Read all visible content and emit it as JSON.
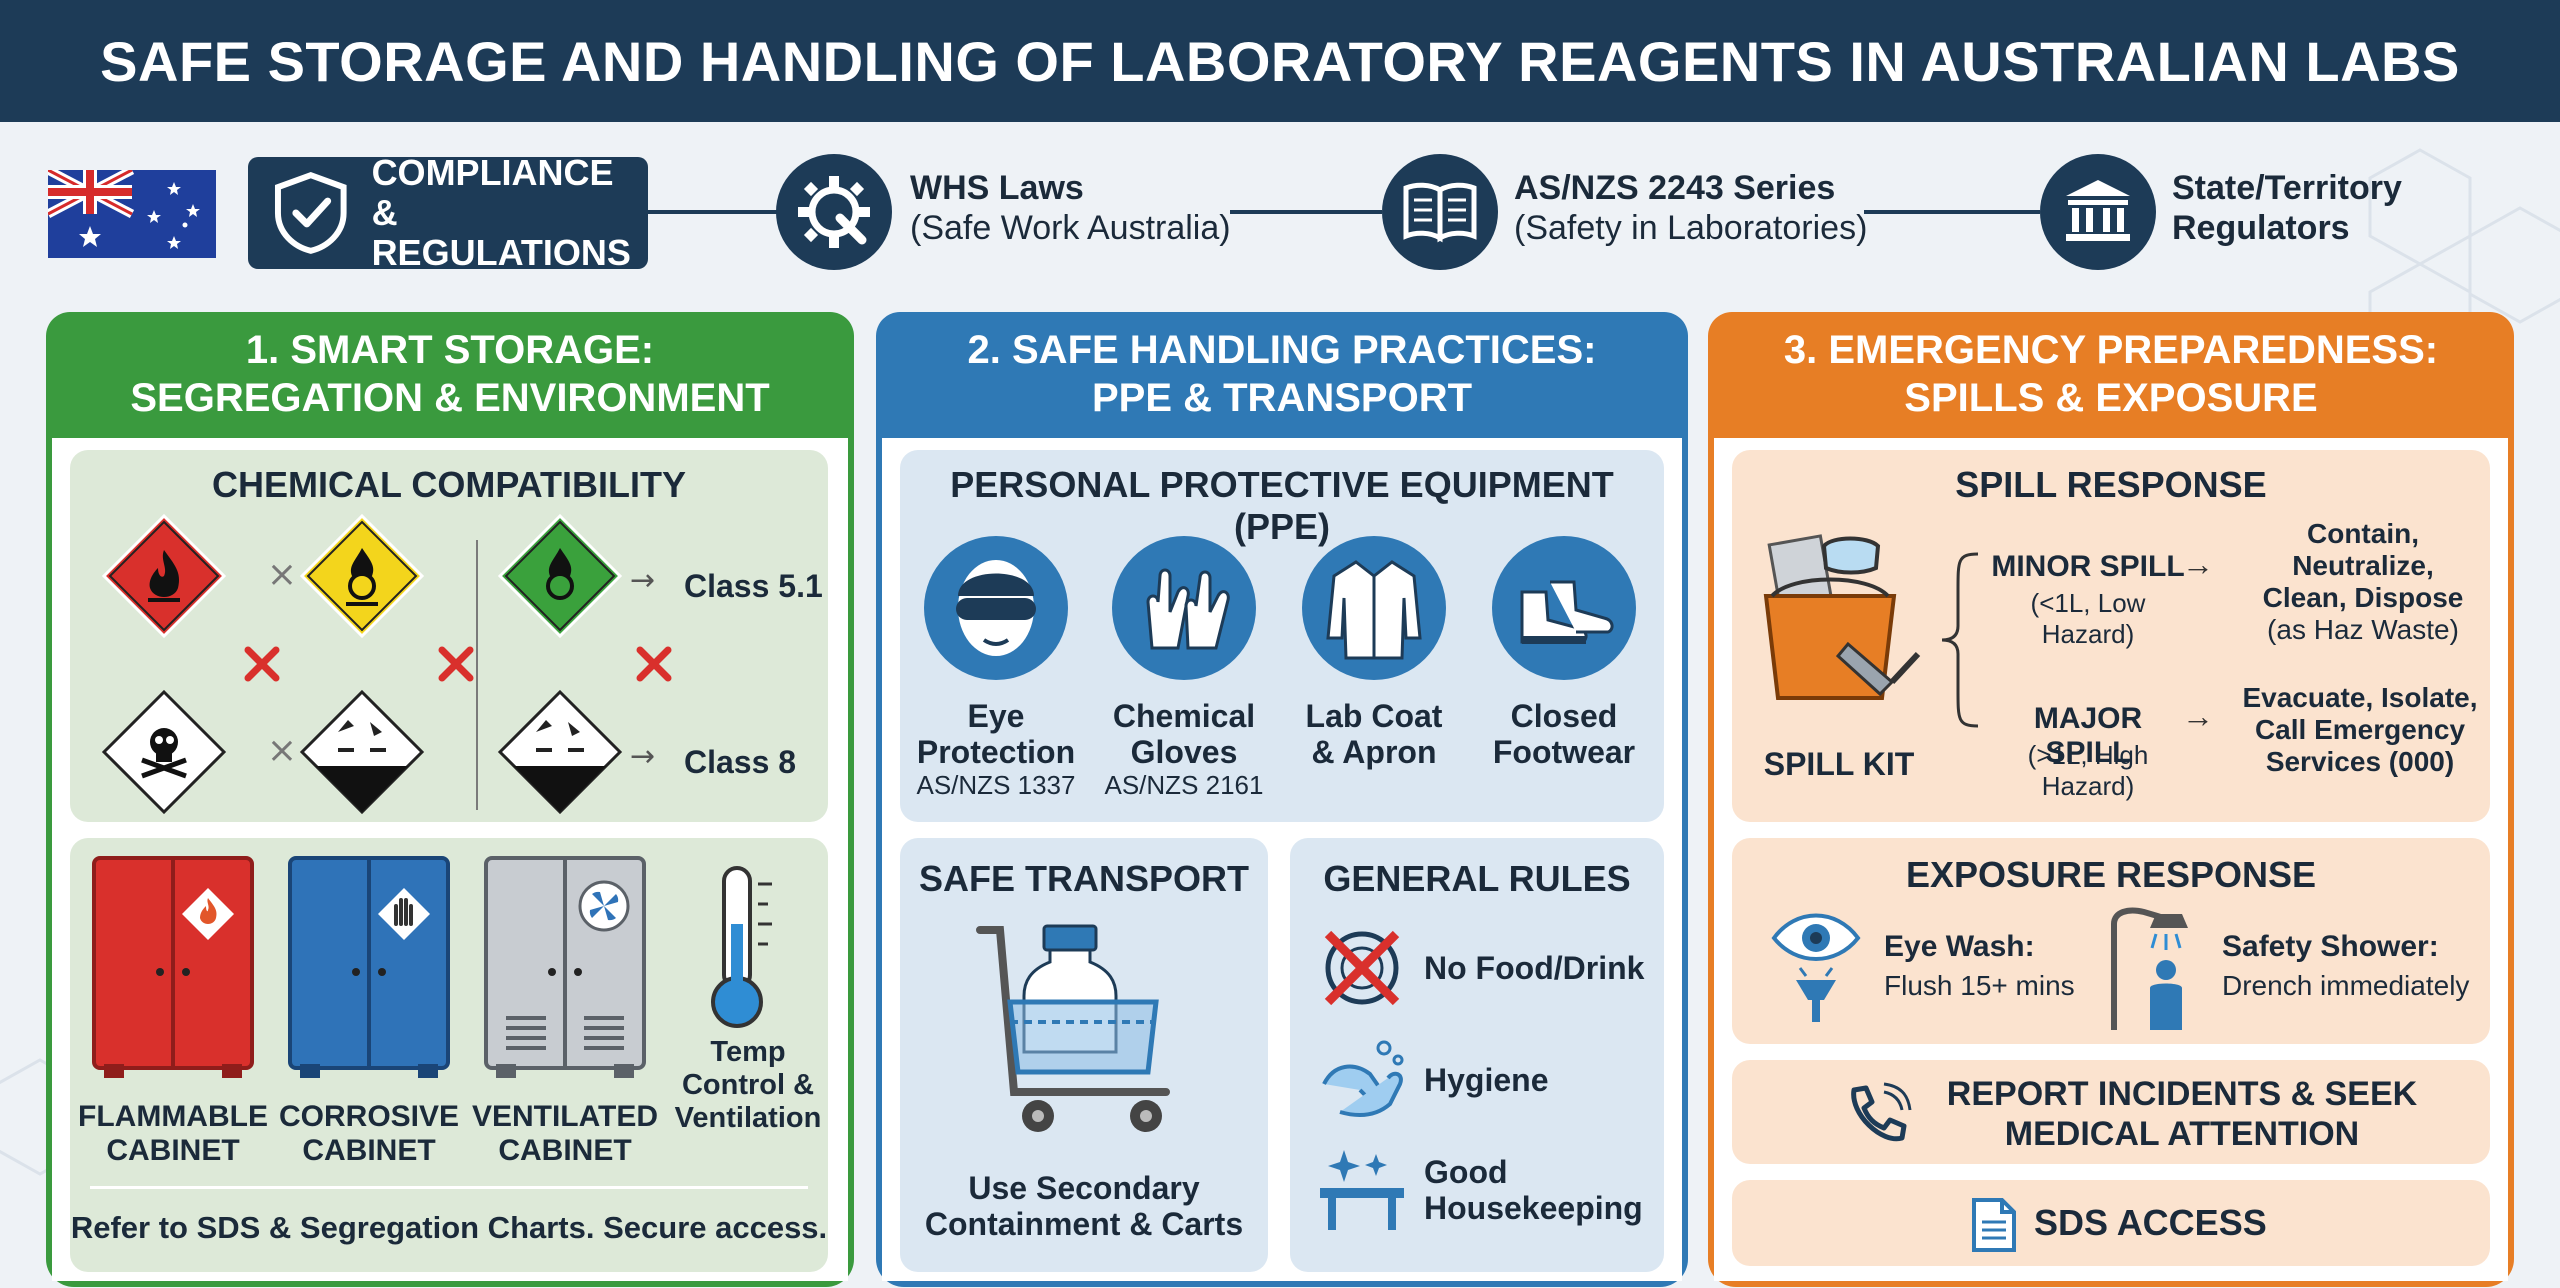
{
  "title": "SAFE STORAGE AND HANDLING OF LABORATORY REAGENTS IN AUSTRALIAN LABS",
  "compliance": {
    "badge_line1": "COMPLIANCE &",
    "badge_line2": "REGULATIONS",
    "items": [
      {
        "title": "WHS Laws",
        "subtitle": "(Safe Work Australia)",
        "icon": "gear-wrench-icon"
      },
      {
        "title": "AS/NZS 2243 Series",
        "subtitle": "(Safety in Laboratories)",
        "icon": "open-book-icon"
      },
      {
        "title": "State/Territory",
        "subtitle": "Regulators",
        "icon": "government-building-icon"
      }
    ]
  },
  "storage": {
    "header_line1": "1. SMART STORAGE:",
    "header_line2": "SEGREGATION & ENVIRONMENT",
    "compatibility_title": "CHEMICAL COMPATIBILITY",
    "class_51": "Class 5.1",
    "class_8": "Class 8",
    "cabinets": [
      {
        "line1": "FLAMMABLE",
        "line2": "CABINET",
        "color": "#d9302c"
      },
      {
        "line1": "CORROSIVE",
        "line2": "CABINET",
        "color": "#2f73b8"
      },
      {
        "line1": "VENTILATED",
        "line2": "CABINET",
        "color": "#c8ccd1"
      }
    ],
    "temp_line1": "Temp",
    "temp_line2": "Control &",
    "temp_line3": "Ventilation",
    "footer": "Refer to SDS & Segregation Charts. Secure access."
  },
  "handling": {
    "header_line1": "2. SAFE HANDLING PRACTICES:",
    "header_line2": "PPE & TRANSPORT",
    "ppe_title": "PERSONAL PROTECTIVE EQUIPMENT (PPE)",
    "ppe": [
      {
        "line1": "Eye",
        "line2": "Protection",
        "std": "AS/NZS 1337",
        "icon": "goggles-face-icon"
      },
      {
        "line1": "Chemical",
        "line2": "Gloves",
        "std": "AS/NZS 2161",
        "icon": "gloves-icon"
      },
      {
        "line1": "Lab Coat",
        "line2": "& Apron",
        "std": "",
        "icon": "lab-coat-icon"
      },
      {
        "line1": "Closed",
        "line2": "Footwear",
        "std": "",
        "icon": "boots-icon"
      }
    ],
    "transport_title": "SAFE TRANSPORT",
    "transport_line1": "Use Secondary",
    "transport_line2": "Containment & Carts",
    "rules_title": "GENERAL RULES",
    "rules": [
      {
        "line1": "No Food/Drink",
        "line2": "",
        "icon": "no-food-icon"
      },
      {
        "line1": "Hygiene",
        "line2": "",
        "icon": "handwash-icon"
      },
      {
        "line1": "Good",
        "line2": "Housekeeping",
        "icon": "sparkle-table-icon"
      }
    ]
  },
  "emergency": {
    "header_line1": "3. EMERGENCY PREPAREDNESS:",
    "header_line2": "SPILLS & EXPOSURE",
    "spill_title": "SPILL RESPONSE",
    "spill_kit": "SPILL KIT",
    "minor": {
      "title": "MINOR SPILL",
      "detail": "(<1L, Low Hazard)",
      "action_lines": [
        "Contain,",
        "Neutralize,",
        "Clean, Dispose",
        "(as Haz Waste)"
      ]
    },
    "major": {
      "title": "MAJOR SPILL",
      "detail": "(>1L, High Hazard)",
      "action_lines": [
        "Evacuate, Isolate,",
        "Call Emergency",
        "Services (000)"
      ]
    },
    "exposure_title": "EXPOSURE RESPONSE",
    "eyewash_title": "Eye Wash:",
    "eyewash_detail": "Flush 15+ mins",
    "shower_title": "Safety Shower:",
    "shower_detail": "Drench immediately",
    "report_line1": "REPORT INCIDENTS & SEEK",
    "report_line2": "MEDICAL ATTENTION",
    "sds": "SDS ACCESS"
  },
  "colors": {
    "navy": "#1d3b57",
    "green": "#3a9a3e",
    "blue": "#2f79b5",
    "orange": "#e77e25"
  }
}
